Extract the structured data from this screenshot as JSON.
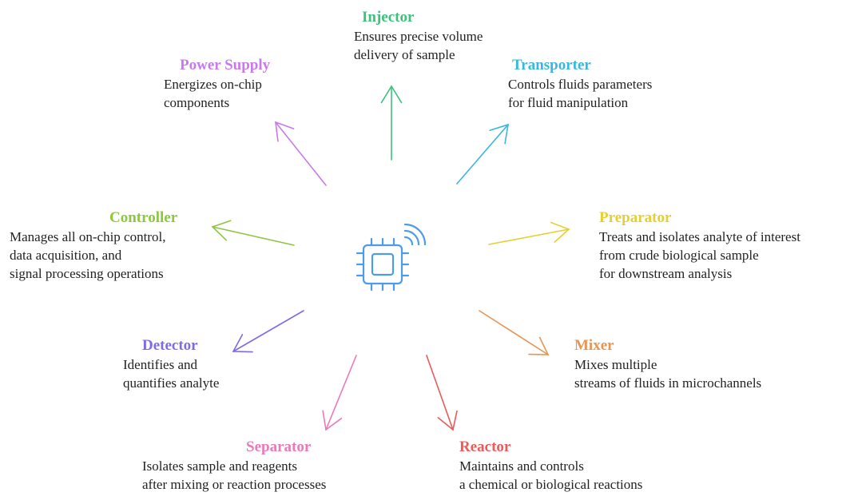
{
  "colors": {
    "injector": "#3cc27a",
    "power": "#c879ee",
    "transporter": "#3ab7de",
    "controller": "#8dc63f",
    "preparator": "#e7cf2e",
    "detector": "#7d6be8",
    "mixer": "#eb9450",
    "separator": "#ec79b7",
    "reactor": "#ec5a5a",
    "chip": "#4e9ce9"
  },
  "center": {
    "icon": "microchip-wireless-icon"
  },
  "nodes": {
    "injector": {
      "title": "Injector",
      "lines": [
        "Ensures precise volume",
        "delivery of sample"
      ]
    },
    "power": {
      "title": "Power Supply",
      "lines": [
        "Energizes on-chip",
        "components"
      ]
    },
    "transporter": {
      "title": "Transporter",
      "lines": [
        "Controls fluids parameters",
        "for fluid manipulation"
      ]
    },
    "controller": {
      "title": "Controller",
      "lines": [
        "Manages all on-chip control,",
        "data acquisition,  and",
        "signal processing operations"
      ]
    },
    "preparator": {
      "title": "Preparator",
      "lines": [
        "Treats and isolates analyte of interest",
        "from crude biological  sample",
        "for downstream analysis"
      ]
    },
    "detector": {
      "title": "Detector",
      "lines": [
        "Identifies and",
        "quantifies analyte"
      ]
    },
    "mixer": {
      "title": "Mixer",
      "lines": [
        "Mixes multiple",
        "streams of fluids  in microchannels"
      ]
    },
    "separator": {
      "title": "Separator",
      "lines": [
        "Isolates sample and reagents",
        "after mixing  or reaction processes"
      ]
    },
    "reactor": {
      "title": "Reactor",
      "lines": [
        "Maintains and controls",
        "a chemical or biological  reactions"
      ]
    }
  }
}
